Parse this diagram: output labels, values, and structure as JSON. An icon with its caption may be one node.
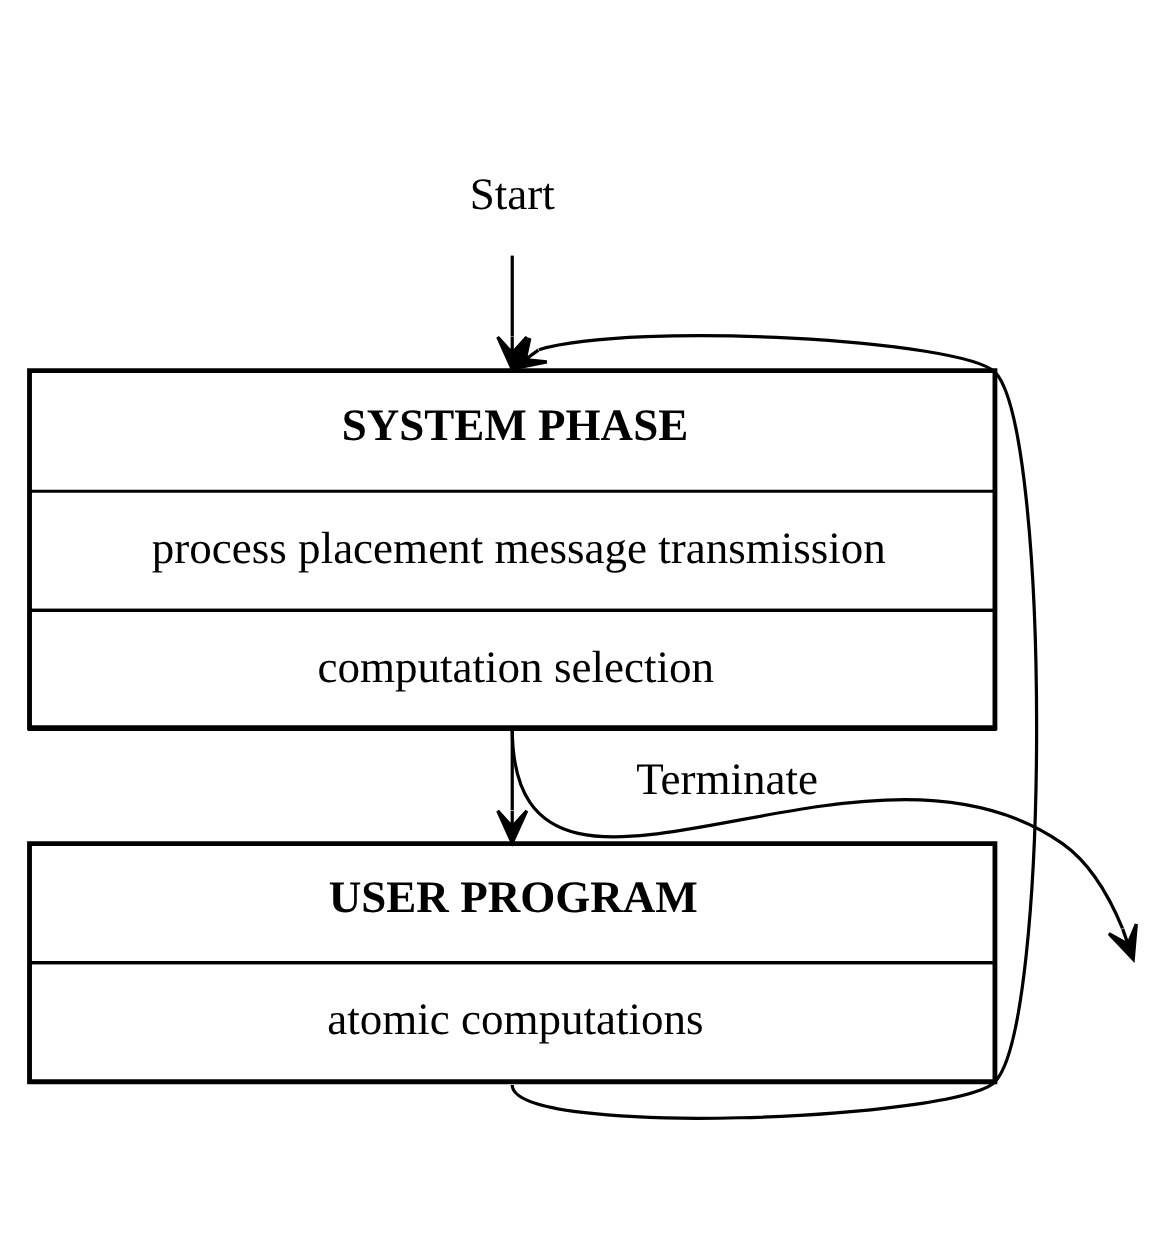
{
  "diagram": {
    "nodes": [
      {
        "text": [
          "Start"
        ]
      },
      {
        "text": [
          "SYSTEM PHASE",
          "process placement message transmission",
          "computation selection"
        ]
      },
      {
        "text": [
          "USER PROGRAM",
          "atomic computations"
        ]
      }
    ],
    "edges": [
      {
        "from": 0,
        "to": 1,
        "arrow": "to"
      },
      {
        "from": 1,
        "to": 2,
        "arrow": "to"
      },
      {
        "from": 1,
        "to": null,
        "arrow": "to",
        "label": "Terminate"
      },
      {
        "from": 2,
        "to": 1,
        "arrow": "to"
      }
    ]
  }
}
